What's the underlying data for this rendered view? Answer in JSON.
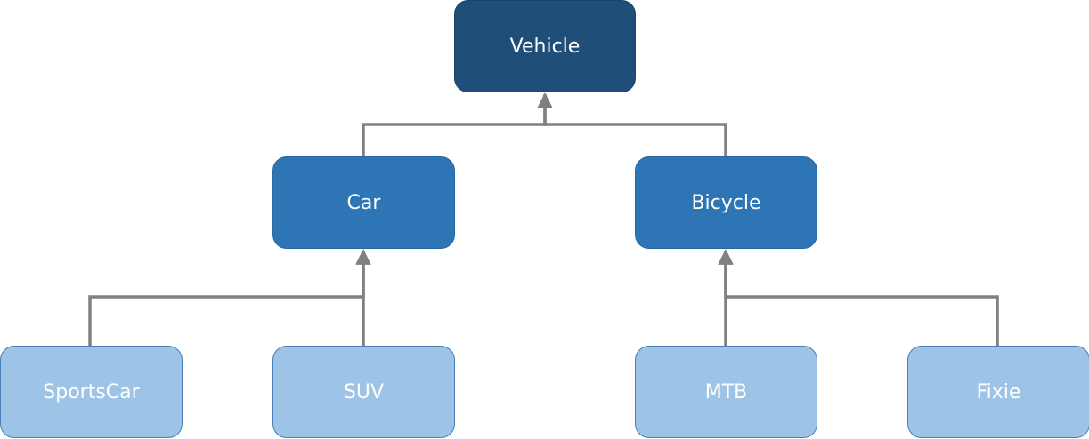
{
  "diagram": {
    "type": "class-hierarchy",
    "colors": {
      "root": "#1f4e79",
      "middle": "#2e75b6",
      "leaf": "#9dc3e6",
      "connector": "#808080",
      "text": "#ffffff"
    },
    "nodes": {
      "vehicle": "Vehicle",
      "car": "Car",
      "bicycle": "Bicycle",
      "sportscar": "SportsCar",
      "suv": "SUV",
      "mtb": "MTB",
      "fixie": "Fixie"
    },
    "edges": [
      {
        "from": "car",
        "to": "vehicle"
      },
      {
        "from": "bicycle",
        "to": "vehicle"
      },
      {
        "from": "sportscar",
        "to": "car"
      },
      {
        "from": "suv",
        "to": "car"
      },
      {
        "from": "mtb",
        "to": "bicycle"
      },
      {
        "from": "fixie",
        "to": "bicycle"
      }
    ]
  }
}
